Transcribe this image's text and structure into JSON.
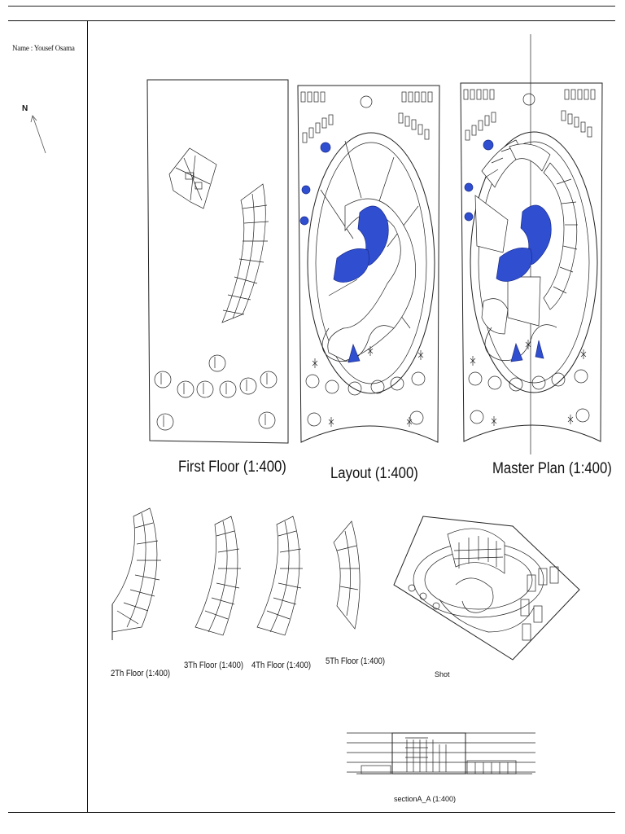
{
  "sheet": {
    "name_label": "Name : Yousef Osama",
    "north_label": "N"
  },
  "drawings": {
    "first_floor": "First Floor (1:400)",
    "layout": "Layout (1:400)",
    "master_plan": "Master Plan (1:400)",
    "floor_2": "2Th Floor (1:400)",
    "floor_3": "3Th Floor (1:400)",
    "floor_4": "4Th Floor (1:400)",
    "floor_5": "5Th Floor (1:400)",
    "shot": "Shot",
    "section": "sectionA_A (1:400)"
  },
  "colors": {
    "line": "#222222",
    "pool_blue": "#2f4fd0"
  }
}
